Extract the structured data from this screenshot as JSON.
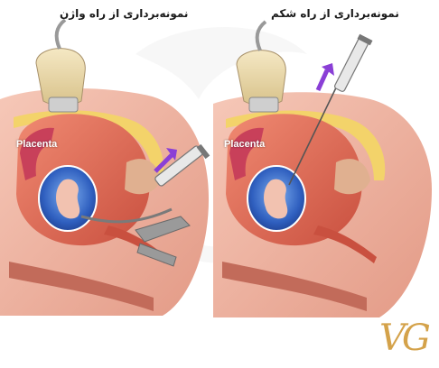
{
  "titles": {
    "left": "نمونه‌برداری از راه واژن",
    "right": "نمونه‌برداری از راه شکم"
  },
  "labels": {
    "placenta_left": "Placenta",
    "placenta_right": "Placenta"
  },
  "logo": {
    "text": "VG",
    "color": "#d4a24a"
  },
  "colors": {
    "skin": "#f0b8a8",
    "skin_dark": "#d98a78",
    "uterus": "#e9735e",
    "placenta": "#c8405a",
    "amniotic": "#3f6ec8",
    "fetus": "#f2c2b0",
    "fat": "#f3d36a",
    "probe": "#f0e0b0",
    "arrow": "#8a3fd6",
    "instrument": "#8c8c8c"
  },
  "icons": {
    "probe": "ultrasound-probe-icon",
    "syringe": "syringe-icon",
    "arrow": "up-arrow-icon"
  }
}
